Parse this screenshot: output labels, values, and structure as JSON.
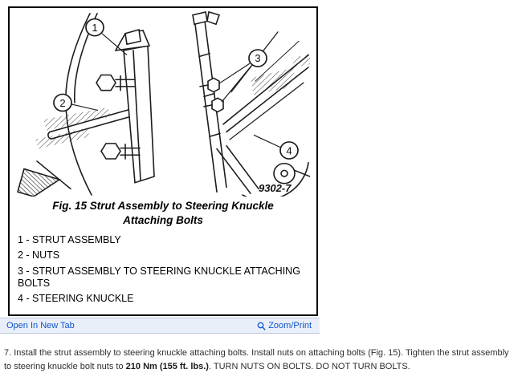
{
  "figure": {
    "caption": {
      "line1": "Fig. 15 Strut Assembly to Steering Knuckle",
      "line2": "Attaching Bolts"
    },
    "ref_number": "9302-7",
    "callouts": [
      "1",
      "2",
      "3",
      "4"
    ],
    "legend": [
      "1 - STRUT ASSEMBLY",
      "2 - NUTS",
      "3 - STRUT ASSEMBLY TO STEERING KNUCKLE ATTACHING BOLTS",
      "4 - STEERING KNUCKLE"
    ]
  },
  "viewer_bar": {
    "open_in_new_tab": "Open In New Tab",
    "zoom_print": "Zoom/Print"
  },
  "icons": {
    "zoom_print_icon": "magnifier"
  },
  "instruction": {
    "step_text": "7. Install the strut assembly to steering knuckle attaching bolts. Install nuts on attaching bolts (Fig. 15). Tighten the strut assembly to steering knuckle bolt nuts to ",
    "torque_bold": "210 Nm (155 ft. lbs.)",
    "after_torque": ". TURN NUTS ON BOLTS. DO NOT TURN BOLTS."
  },
  "colors": {
    "link": "#1155cc",
    "bar_background": "#e9eff9",
    "diagram_ink": "#1c1c1c"
  }
}
